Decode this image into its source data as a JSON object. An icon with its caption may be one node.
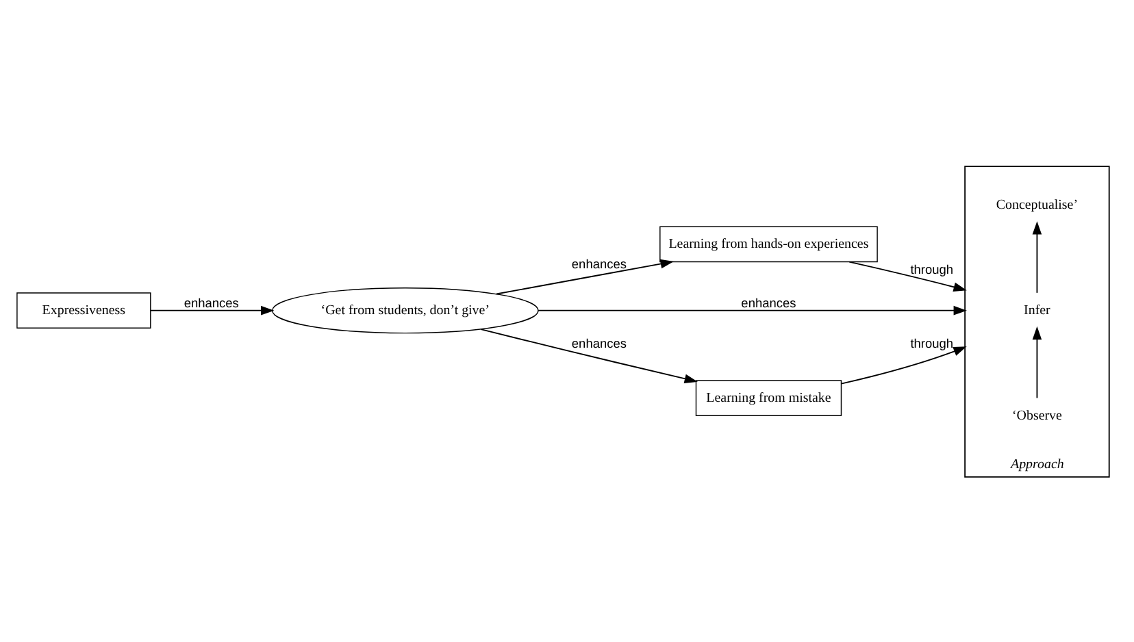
{
  "diagram": {
    "nodes": [
      {
        "text": [
          "Learning from hands-on experiences"
        ]
      },
      {
        "text": [
          "Approach"
        ]
      },
      {
        "text": [
          "‘Observe"
        ],
        "in": 1
      },
      {
        "text": [
          "Infer"
        ],
        "in": 1
      },
      {
        "text": [
          "Conceptualise’"
        ],
        "in": 1
      },
      {
        "text": [
          "Expressiveness"
        ]
      },
      {
        "text": [
          "‘Get from students, don’t give’"
        ]
      },
      {
        "text": [
          "Learning from mistake"
        ]
      }
    ],
    "edges": [
      {
        "from": 5,
        "to": 6,
        "arrow": "to",
        "label": "enhances"
      },
      {
        "from": 6,
        "to": 0,
        "arrow": "to",
        "label": "enhances"
      },
      {
        "from": 6,
        "to": 1,
        "arrow": "to",
        "label": "enhances"
      },
      {
        "from": 6,
        "to": 7,
        "arrow": "to",
        "label": "enhances"
      },
      {
        "from": 0,
        "to": 1,
        "arrow": "to",
        "label": "through"
      },
      {
        "from": 7,
        "to": 1,
        "arrow": "to",
        "label": "through"
      },
      {
        "from": 2,
        "to": 3,
        "arrow": "to"
      },
      {
        "from": 3,
        "to": 4,
        "arrow": "to"
      }
    ]
  }
}
